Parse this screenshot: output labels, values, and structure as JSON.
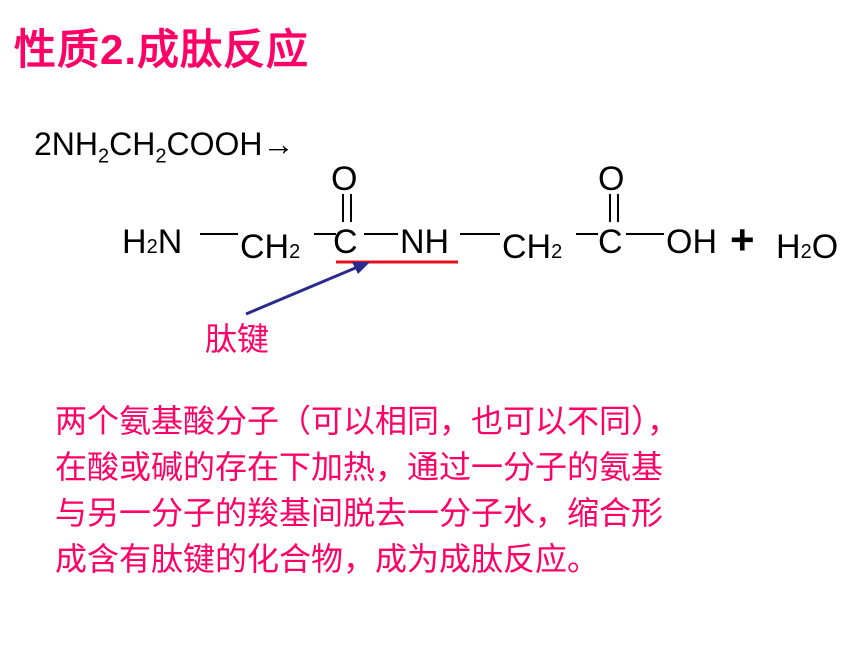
{
  "title": "性质2.成肽反应",
  "reaction": {
    "reactants_main": "2NH",
    "reactants_sub1": "2",
    "reactants_mid": "CH",
    "reactants_sub2": "2",
    "reactants_end": "COOH→",
    "product_h2n_main": "H",
    "product_h2n_sub": "2",
    "product_h2n_end": "N",
    "ch2_1_main": "CH",
    "ch2_1_sub": "2",
    "carbonyl_c1": "C",
    "oxygen1": "O",
    "nh": "NH",
    "ch2_2_main": "CH",
    "ch2_2_sub": "2",
    "carbonyl_c2": "C",
    "oxygen2": "O",
    "oh": "OH",
    "plus": "+",
    "water_main": "H",
    "water_sub": "2",
    "water_end": "O"
  },
  "peptide_bond_label": "肽键",
  "description_lines": [
    "两个氨基酸分子（可以相同，也可以不同），",
    "在酸或碱的存在下加热，通过一分子的氨基",
    "与另一分子的羧基间脱去一分子水，缩合形",
    "成含有肽键的化合物，成为成肽反应。"
  ],
  "colors": {
    "accent": "#ff0066",
    "highlight_line": "#e8101c",
    "arrow": "#2a2a8c"
  }
}
